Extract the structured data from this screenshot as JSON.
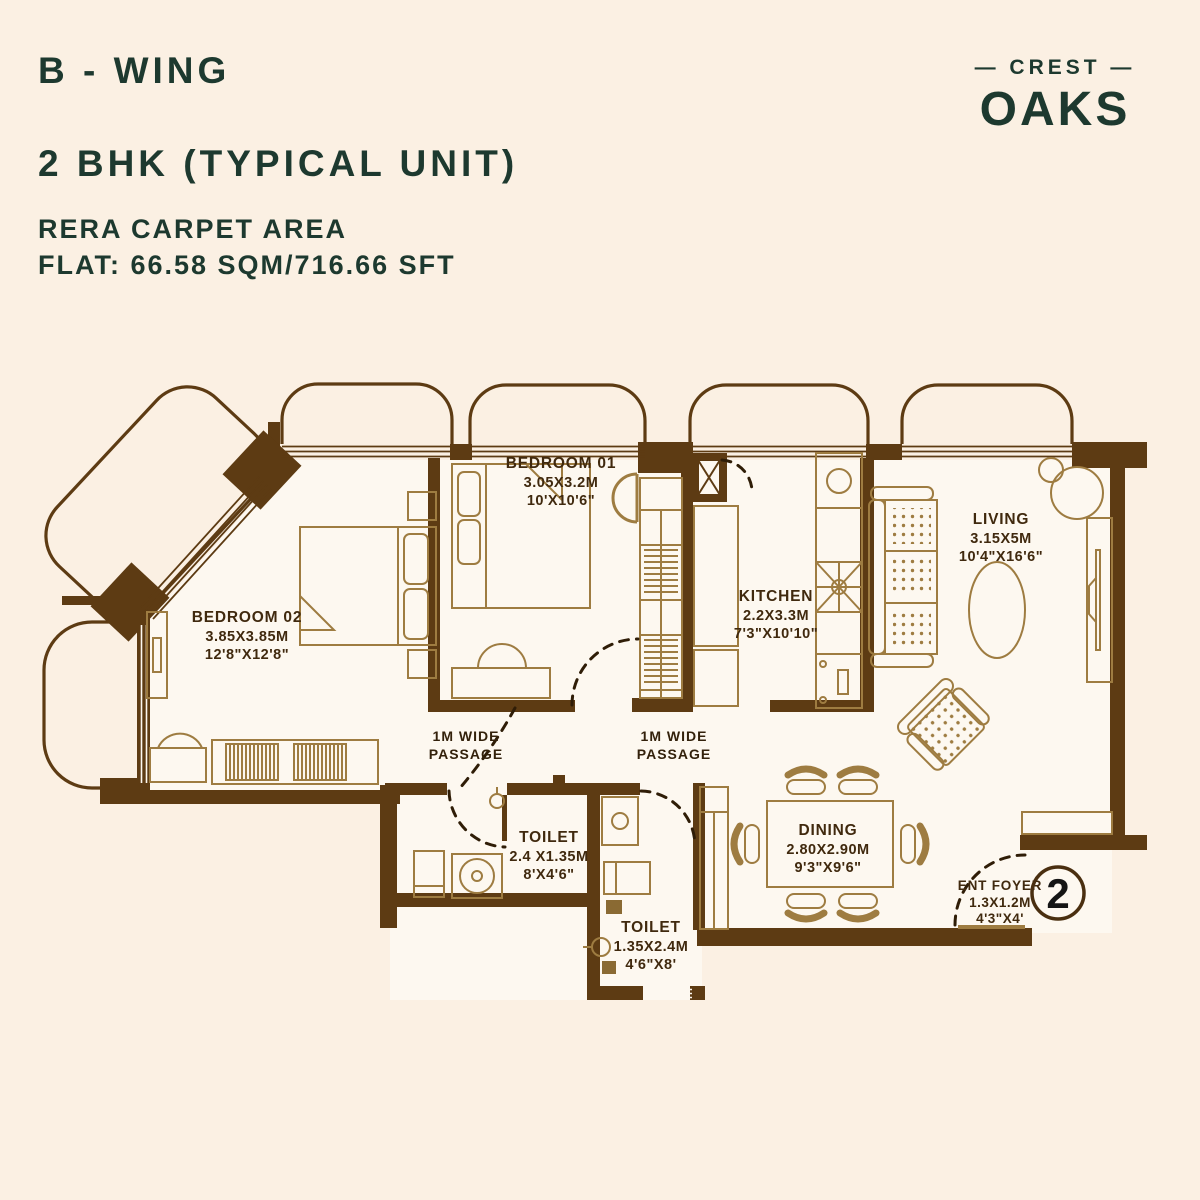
{
  "header": {
    "title_line1": "B - WING",
    "title_line2": "2 BHK (TYPICAL UNIT)",
    "area_label": "RERA CARPET AREA",
    "area_value": "FLAT: 66.58 SQM/716.66 SFT"
  },
  "logo": {
    "brand_top": "— CREST —",
    "brand_name": "OAKS"
  },
  "unit_badge": "2",
  "rooms": [
    {
      "name": "BEDROOM 01",
      "dim_m": "3.05X3.2M",
      "dim_ft": "10'X10'6\""
    },
    {
      "name": "BEDROOM 02",
      "dim_m": "3.85X3.85M",
      "dim_ft": "12'8\"X12'8\""
    },
    {
      "name": "KITCHEN",
      "dim_m": "2.2X3.3M",
      "dim_ft": "7'3\"X10'10\""
    },
    {
      "name": "LIVING",
      "dim_m": "3.15X5M",
      "dim_ft": "10'4\"X16'6\""
    },
    {
      "name": "TOILET",
      "dim_m": "2.4 X1.35M",
      "dim_ft": "8'X4'6\""
    },
    {
      "name": "TOILET",
      "dim_m": "1.35X2.4M",
      "dim_ft": "4'6\"X8'"
    },
    {
      "name": "DINING",
      "dim_m": "2.80X2.90M",
      "dim_ft": "9'3\"X9'6\""
    },
    {
      "name": "ENT FOYER",
      "dim_m": "1.3X1.2M",
      "dim_ft": "4'3\"X4'"
    }
  ],
  "passages": [
    {
      "line1": "1M WIDE",
      "line2": "PASSAGE"
    },
    {
      "line1": "1M WIDE",
      "line2": "PASSAGE"
    }
  ],
  "colors": {
    "background": "#fbf0e3",
    "floor": "#fdf8f0",
    "wall": "#5d3b13",
    "furniture": "#9e7c41",
    "label_text": "#40290e",
    "heading_text": "#1d392f"
  }
}
